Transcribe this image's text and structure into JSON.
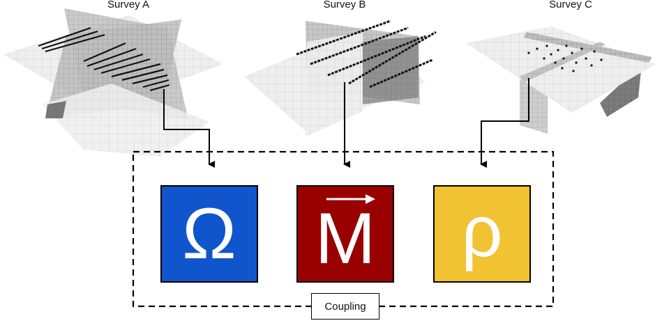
{
  "surveys": [
    {
      "id": "a",
      "title": "Survey A"
    },
    {
      "id": "b",
      "title": "Survey B"
    },
    {
      "id": "c",
      "title": "Survey C"
    }
  ],
  "properties": [
    {
      "id": "omega",
      "symbol": "Ω",
      "color": "#1155cc"
    },
    {
      "id": "magnetization",
      "symbol": "M",
      "color": "#990000"
    },
    {
      "id": "density",
      "symbol": "ρ",
      "color": "#f1c232"
    }
  ],
  "coupling": {
    "label": "Coupling"
  },
  "colors": {
    "line": "#000000",
    "plane_light": "#ececec",
    "plane_grid": "#cfcfcf",
    "section_dark": "#8a8a8a"
  }
}
